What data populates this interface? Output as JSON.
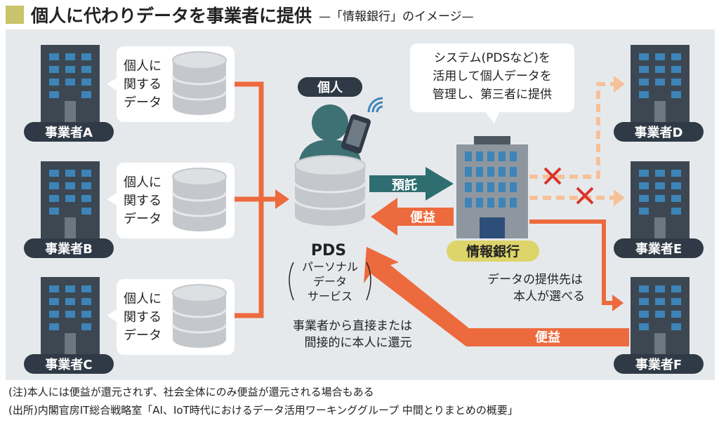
{
  "title": {
    "main": "個人に代わりデータを事業者に提供",
    "sub": "—「情報銀行」のイメージ—"
  },
  "left_companies": [
    {
      "label": "事業者A"
    },
    {
      "label": "事業者B"
    },
    {
      "label": "事業者C"
    }
  ],
  "data_callout_lines": [
    "個人に",
    "関する",
    "データ"
  ],
  "person_label": "個人",
  "pds": {
    "label": "PDS",
    "sub_lines": [
      "パーソナル",
      "データ",
      "サービス"
    ]
  },
  "arrows": {
    "entrust": "預託",
    "benefit": "便益",
    "benefit_bottom": "便益"
  },
  "info_bank": {
    "label": "情報銀行",
    "callout_lines": [
      "システム(PDSなど)を",
      "活用して個人データを",
      "管理し、第三者に提供"
    ]
  },
  "provider_note_lines": [
    "データの提供先は",
    "本人が選べる"
  ],
  "return_note_lines": [
    "事業者から直接または",
    "間接的に本人に還元"
  ],
  "right_companies": [
    {
      "label": "事業者D"
    },
    {
      "label": "事業者E"
    },
    {
      "label": "事業者F"
    }
  ],
  "footnotes": {
    "note": "(注)本人には便益が還元されず、社会全体にのみ便益が還元される場合もある",
    "source": "(出所)内閣官房IT総合戦略室「AI、IoT時代におけるデータ活用ワーキンググループ 中間とりまとめの概要」"
  },
  "colors": {
    "orange": "#ec6a3d",
    "light_orange": "#f6c19a",
    "teal": "#2e6e70",
    "dark_label": "#2f3a46",
    "red_x": "#d8342c",
    "info_bank_label": "#ddd56a"
  }
}
